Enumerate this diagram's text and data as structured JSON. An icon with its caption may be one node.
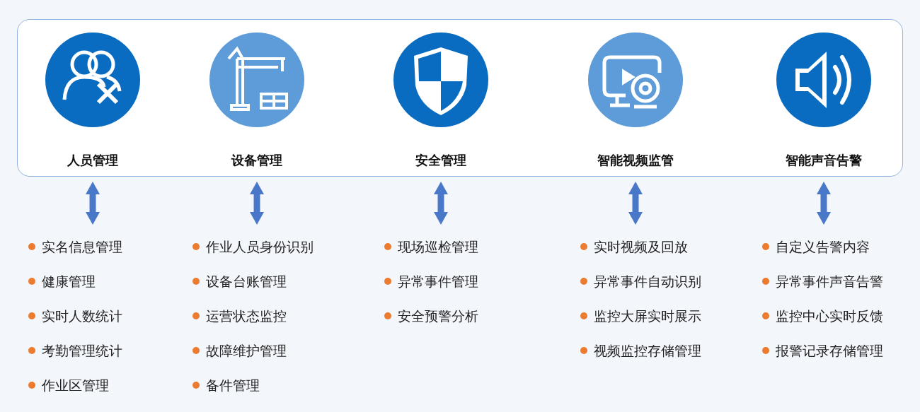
{
  "diagram": {
    "nodes": [
      {
        "text": [],
        "shape": "box"
      },
      {
        "text": [
          "人员管理"
        ],
        "in": 0
      },
      {
        "text": [
          "设备管理"
        ],
        "in": 0
      },
      {
        "text": [
          "安全管理"
        ],
        "in": 0
      },
      {
        "text": [
          "智能视频监管"
        ],
        "in": 0
      },
      {
        "text": [
          "智能声音告警"
        ],
        "in": 0
      },
      {
        "text": [
          "实名信息管理",
          "健康管理",
          "实时人数统计",
          "考勤管理统计",
          "作业区管理"
        ]
      },
      {
        "text": [
          "作业人员身份识别",
          "设备台账管理",
          "运营状态监控",
          "故障维护管理",
          "备件管理"
        ]
      },
      {
        "text": [
          "现场巡检管理",
          "异常事件管理",
          "安全预警分析"
        ]
      },
      {
        "text": [
          "实时视频及回放",
          "异常事件自动识别",
          "监控大屏实时展示",
          "视频监控存储管理"
        ]
      },
      {
        "text": [
          "自定义告警内容",
          "异常事件声音告警",
          "监控中心实时反馈",
          "报警记录存储管理"
        ]
      }
    ],
    "edges": [
      {
        "from": 1,
        "to": 6,
        "arrow": "both"
      },
      {
        "from": 2,
        "to": 7,
        "arrow": "both"
      },
      {
        "from": 3,
        "to": 8,
        "arrow": "both"
      },
      {
        "from": 4,
        "to": 9,
        "arrow": "both"
      },
      {
        "from": 5,
        "to": 10,
        "arrow": "both"
      }
    ]
  }
}
